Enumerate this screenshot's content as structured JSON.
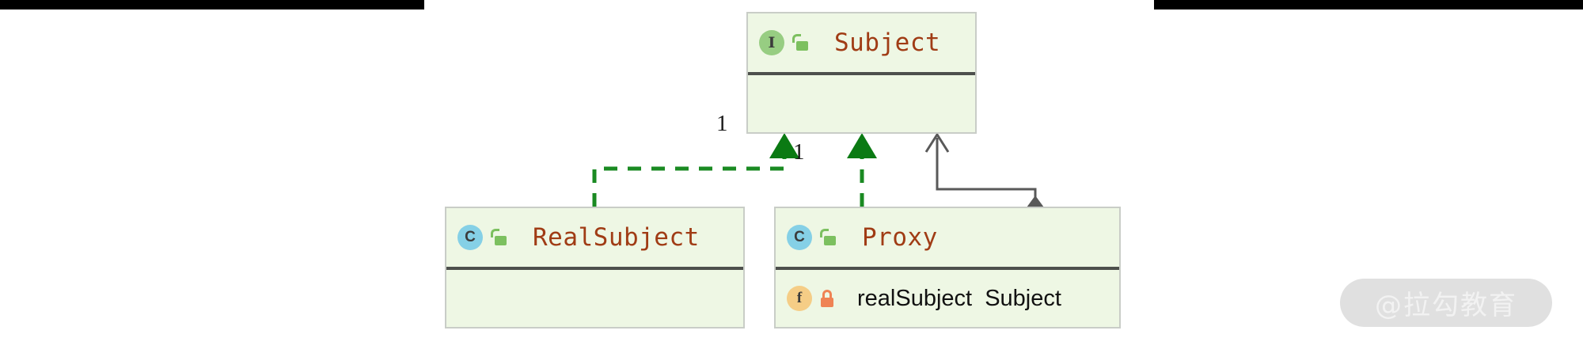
{
  "diagram": {
    "title": "Proxy pattern UML class diagram",
    "colors": {
      "box_fill": "#eef7e4",
      "box_border": "#c9cdc7",
      "divider": "#4d504c",
      "class_name_text": "#a03c15",
      "field_text": "#111111",
      "realization_line": "#1a8a22",
      "aggregation_line": "#595959",
      "interface_badge": "#97cd82",
      "class_badge": "#85d0e6",
      "field_badge": "#f5cd86",
      "lock_public": "#7cc05f",
      "lock_private": "#ef8354",
      "letterbox": "#000000",
      "watermark_pill": "#e0e0e0",
      "watermark_text": "#f2f2f2"
    },
    "classes": [
      {
        "id": "subject",
        "name": "Subject",
        "stereotype": "I",
        "stereotype_meaning": "interface",
        "visibility_icon": "unlocked-padlock-icon",
        "members": []
      },
      {
        "id": "realsubject",
        "name": "RealSubject",
        "stereotype": "C",
        "stereotype_meaning": "class",
        "visibility_icon": "unlocked-padlock-icon",
        "members": []
      },
      {
        "id": "proxy",
        "name": "Proxy",
        "stereotype": "C",
        "stereotype_meaning": "class",
        "visibility_icon": "unlocked-padlock-icon",
        "members": [
          {
            "kind": "f",
            "kind_meaning": "field",
            "visibility_icon": "locked-padlock-icon",
            "text": "realSubject  Subject"
          }
        ]
      }
    ],
    "relations": [
      {
        "type": "realization",
        "from": "RealSubject",
        "to": "Subject",
        "style": "dashed",
        "arrowhead": "filled-triangle"
      },
      {
        "type": "realization",
        "from": "Proxy",
        "to": "Subject",
        "style": "dashed",
        "arrowhead": "filled-triangle"
      },
      {
        "type": "aggregation",
        "from": "Proxy",
        "to": "Subject",
        "style": "solid",
        "arrowhead": "open-arrow",
        "tail": "filled-diamond",
        "multiplicity_target": "1",
        "multiplicity_source": "1"
      }
    ]
  },
  "watermark": {
    "text": "@拉勾教育"
  }
}
